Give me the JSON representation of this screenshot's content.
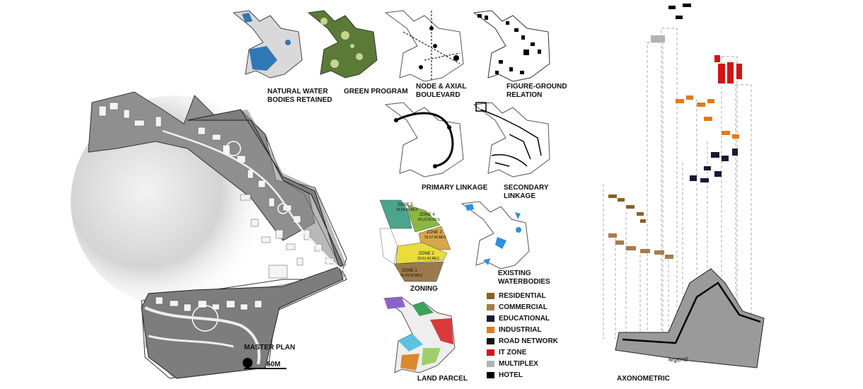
{
  "labels": {
    "master_plan": "MASTER PLAN",
    "scale": "50M",
    "water": "NATURAL WATER\nBODIES RETAINED",
    "green": "GREEN PROGRAM",
    "node": "NODE & AXIAL\nBOULEVARD",
    "figure": "FIGURE-GROUND\nRELATION",
    "primary": "PRIMARY LINKAGE",
    "secondary": "SECONDARY\nLINKAGE",
    "zoning": "ZONING",
    "existing": "EXISTING\nWATERBODIES",
    "land": "LAND PARCEL",
    "axonometric": "AXONOMETRIC",
    "legend_tag": "legend"
  },
  "zones": [
    {
      "name": "ZONE 5",
      "acres": "39.66 ACRES",
      "color": "#4aa58b"
    },
    {
      "name": "ZONE 4",
      "acres": "43.23 ACRES",
      "color": "#8bb83e"
    },
    {
      "name": "ZONE 3",
      "acres": "33.07 ACRES",
      "color": "#d7a74a"
    },
    {
      "name": "ZONE 2",
      "acres": "29.51 ACRES",
      "color": "#e9dc3c"
    },
    {
      "name": "ZONE 1",
      "acres": "40.43 ACRES",
      "color": "#9a7a4c"
    }
  ],
  "legend": [
    {
      "label": "RESIDENTIAL",
      "color": "#8a6124"
    },
    {
      "label": "COMMERCIAL",
      "color": "#a57c4b"
    },
    {
      "label": "EDUCATIONAL",
      "color": "#171738"
    },
    {
      "label": "INDUSTRIAL",
      "color": "#e07a1e"
    },
    {
      "label": "ROAD NETWORK",
      "color": "#111111"
    },
    {
      "label": "IT ZONE",
      "color": "#d21414"
    },
    {
      "label": "MULTIPLEX",
      "color": "#b3b3b3"
    },
    {
      "label": "HOTEL",
      "color": "#000000"
    }
  ]
}
